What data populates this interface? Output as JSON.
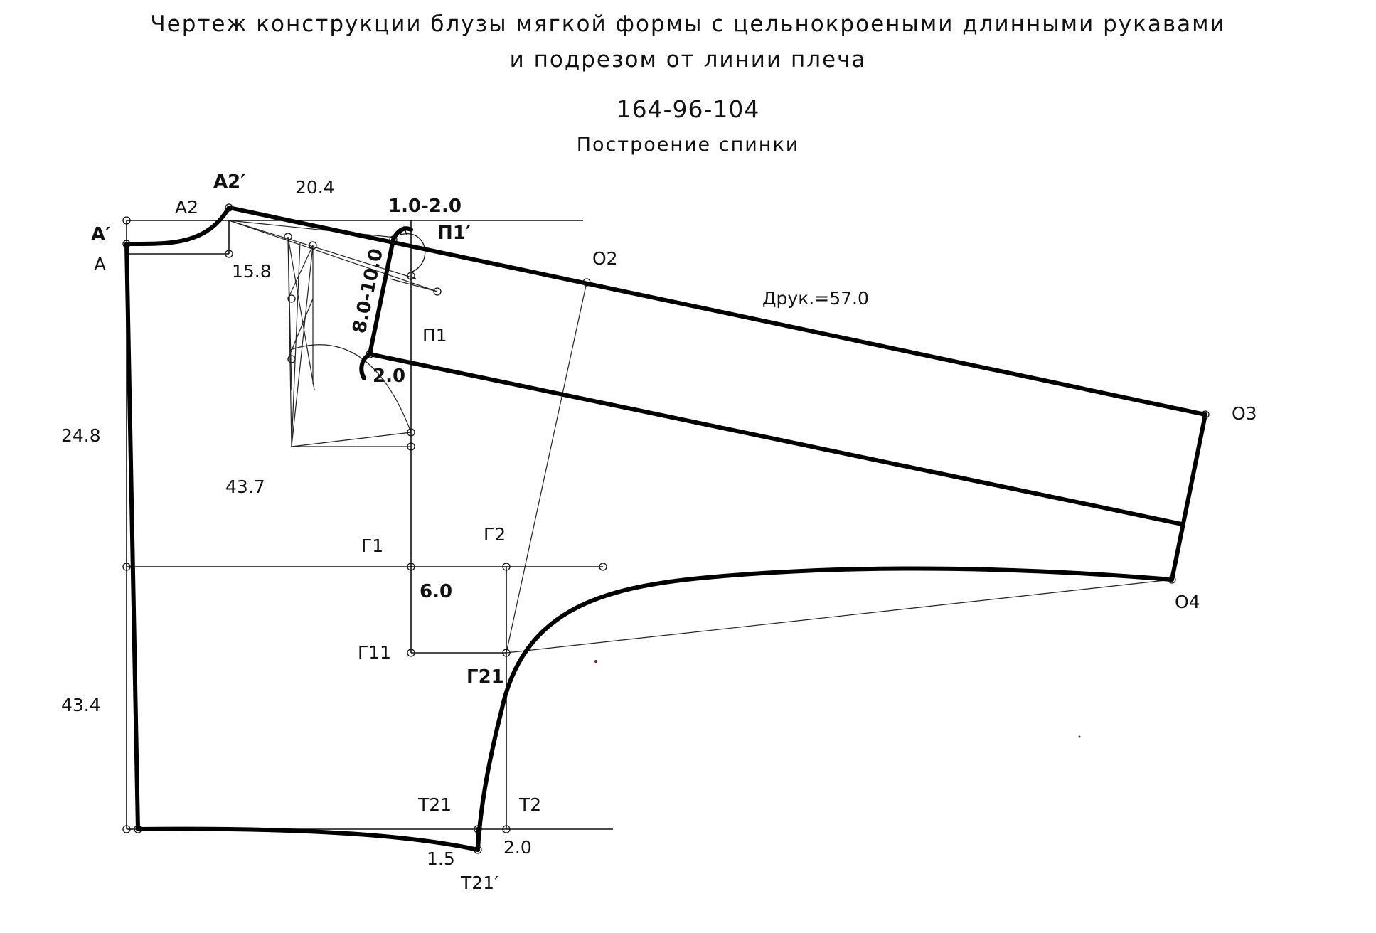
{
  "header": {
    "title_line1": "Чертеж конструкции блузы мягкой формы с цельнокроеными длинными рукавами",
    "title_line2": "и подрезом от линии плеча",
    "size_code": "164-96-104",
    "subtitle": "Построение спинки"
  },
  "points": {
    "A": "А",
    "A_prime": "А′",
    "A2": "А2",
    "A2_prime": "А2′",
    "P1": "П1",
    "P1_prime": "П1′",
    "O2": "О2",
    "O3": "О3",
    "O4": "О4",
    "G1": "Г1",
    "G2": "Г2",
    "G11": "Г11",
    "G21": "Г21",
    "T2": "Т2",
    "T21": "Т21",
    "T21_prime": "Т21′"
  },
  "measurements": {
    "v_20_4": "20.4",
    "v_1_0_2_0": "1.0-2.0",
    "v_15_8": "15.8",
    "v_8_0_10_0": "8.0-10.0",
    "v_2_0_dart": "2.0",
    "v_24_8": "24.8",
    "v_43_7": "43.7",
    "v_6_0": "6.0",
    "v_43_4": "43.4",
    "v_1_5": "1.5",
    "v_2_0_hem": "2.0",
    "sleeve_length": "Друк.=57.0"
  }
}
